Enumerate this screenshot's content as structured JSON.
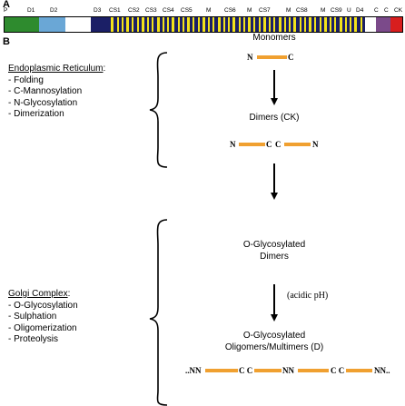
{
  "panel_a": {
    "letter": "A",
    "domain_labels": [
      "P",
      "D1",
      "D2",
      "D3",
      "CS1",
      "CS2",
      "CS3",
      "CS4",
      "CS5",
      "M",
      "CS6",
      "M",
      "CS7",
      "M",
      "CS8",
      "M",
      "CS9",
      "U",
      "D4",
      "C",
      "C",
      "CK"
    ],
    "bar_colors": {
      "green": "#2e8b2e",
      "light_blue": "#6aa7d6",
      "white": "#ffffff",
      "navy": "#1b1f66",
      "yellow": "#f2e21a",
      "purple": "#7b4a8a",
      "red": "#d81e1e",
      "orange_red": "#ef4a23"
    }
  },
  "panel_b": {
    "letter": "B",
    "er": {
      "title": "Endoplasmic Reticulum",
      "colon": ":",
      "items": [
        "- Folding",
        "- C-Mannosylation",
        "- N-Glycosylation",
        "- Dimerization"
      ]
    },
    "golgi": {
      "title": "Golgi Complex",
      "colon": ":",
      "items": [
        "- O-Glycosylation",
        "- Sulphation",
        "- Oligomerization",
        "- Proteolysis"
      ]
    },
    "steps": {
      "monomers": "Monomers",
      "dimers": "Dimers (CK)",
      "o_dimers_line1": "O-Glycosylated",
      "o_dimers_line2": "Dimers",
      "acidic": "(acidic pH)",
      "multimers_line1": "O-Glycosylated",
      "multimers_line2": "Oligomers/Multimers (D)"
    },
    "monomer_ends": {
      "n": "N",
      "c": "C"
    },
    "dimer_ends": {
      "n1": "N",
      "c1": "C",
      "c2": "C",
      "n2": "N"
    },
    "multimer_labels": [
      "..NN",
      "C C",
      "NN",
      "C C",
      "NN.."
    ],
    "line_color": "#f0a030"
  }
}
